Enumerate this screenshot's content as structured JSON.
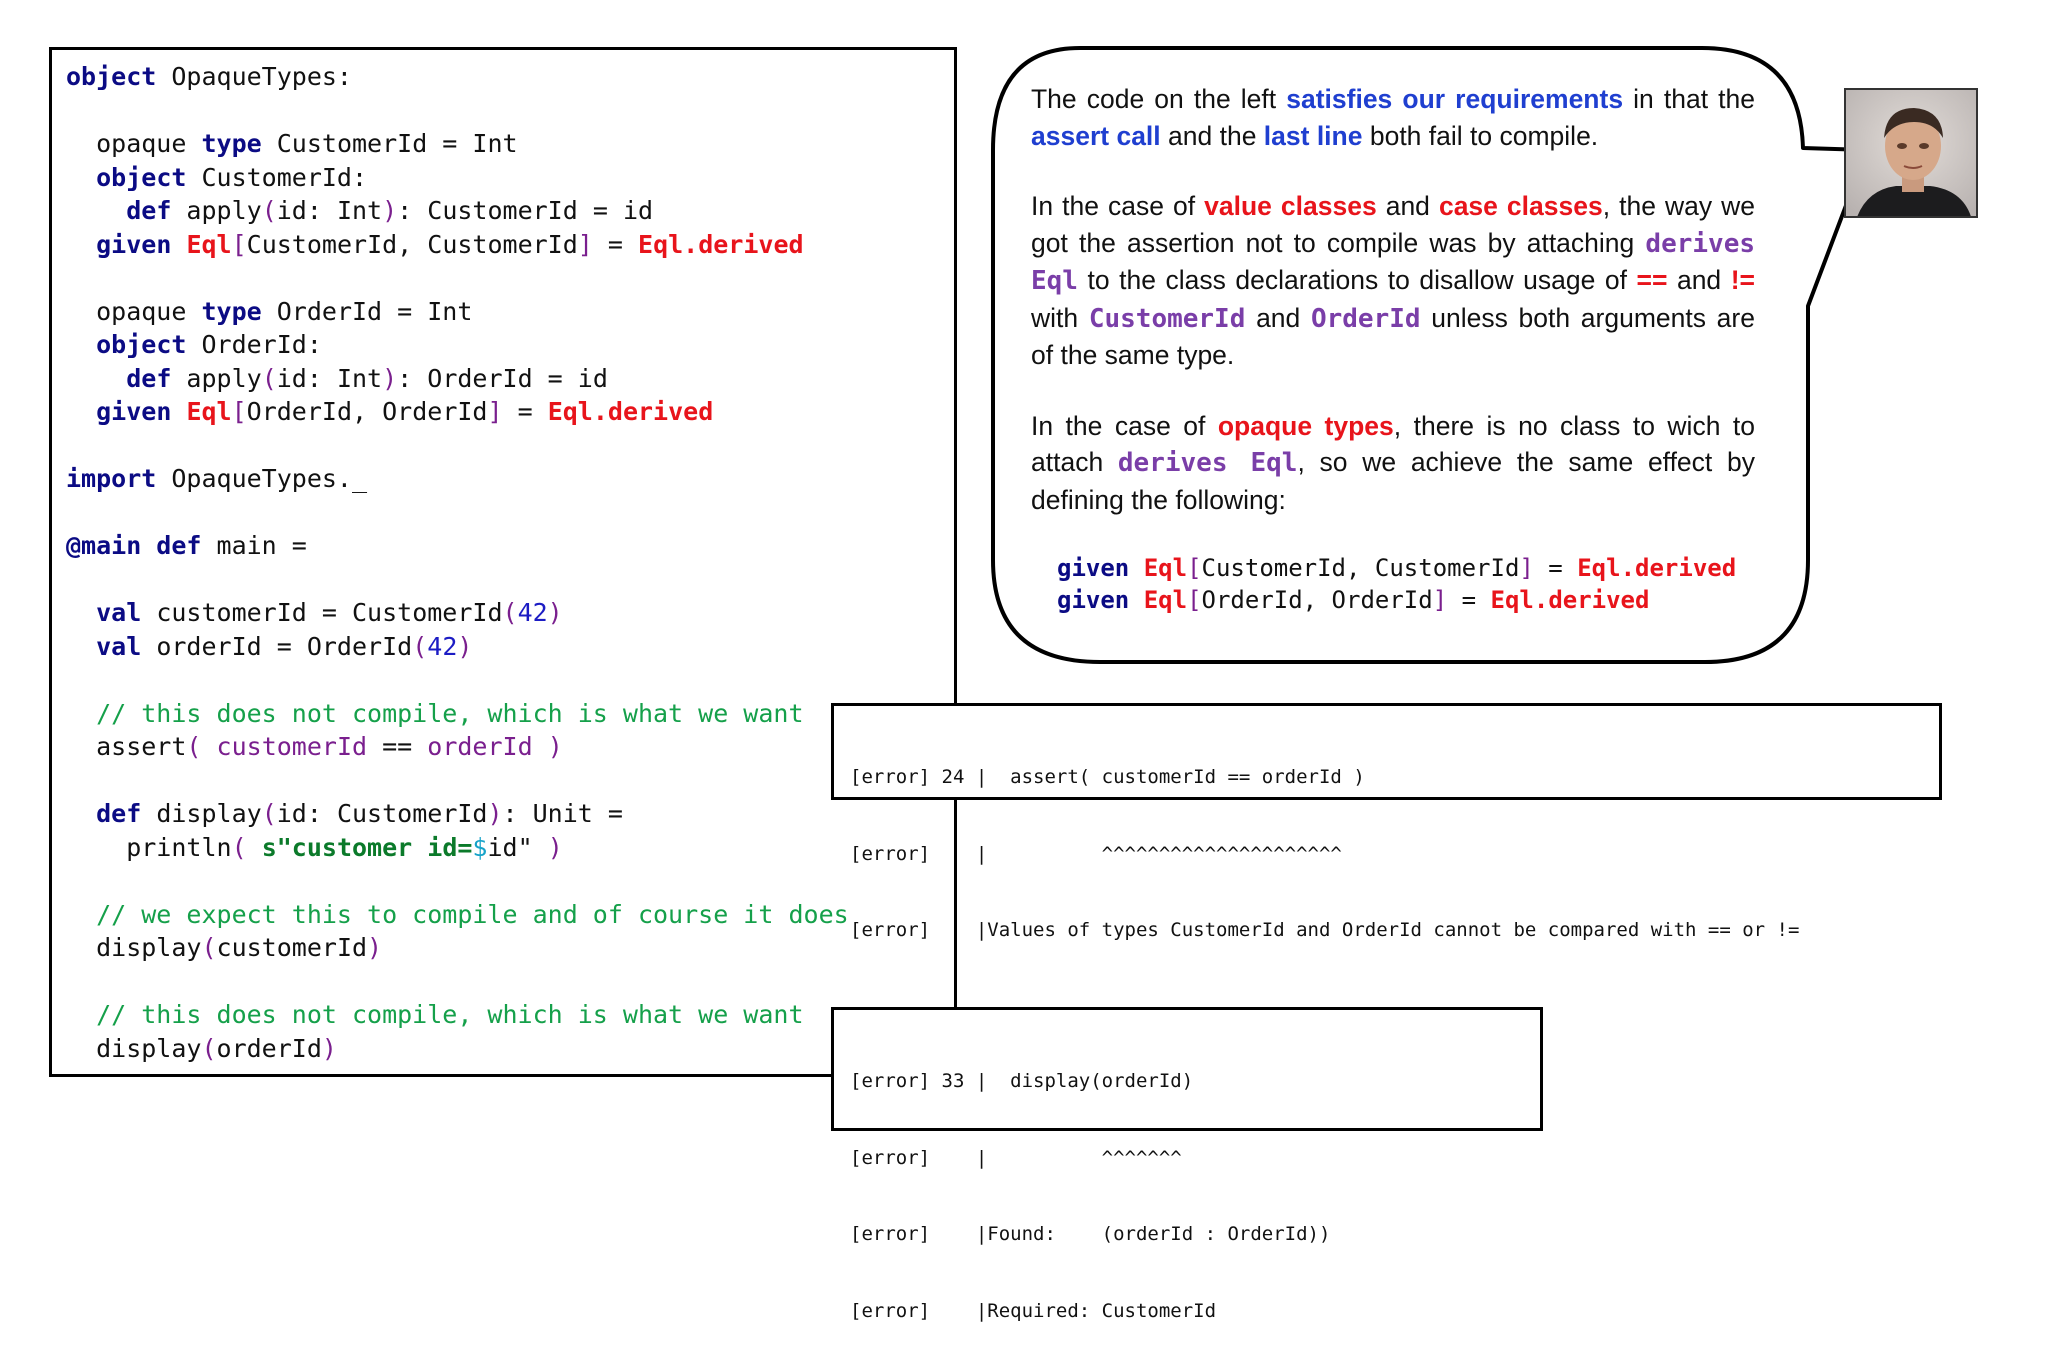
{
  "code": {
    "lines": [
      [
        {
          "t": "object",
          "c": "kw"
        },
        {
          "t": " OpaqueTypes:"
        }
      ],
      [],
      [
        {
          "t": "  opaque "
        },
        {
          "t": "type",
          "c": "kw"
        },
        {
          "t": " CustomerId = Int"
        }
      ],
      [
        {
          "t": "  "
        },
        {
          "t": "object",
          "c": "kw"
        },
        {
          "t": " CustomerId:"
        }
      ],
      [
        {
          "t": "    "
        },
        {
          "t": "def",
          "c": "kw"
        },
        {
          "t": " apply"
        },
        {
          "t": "(",
          "c": "par"
        },
        {
          "t": "id: Int"
        },
        {
          "t": ")",
          "c": "par"
        },
        {
          "t": ": CustomerId = id"
        }
      ],
      [
        {
          "t": "  "
        },
        {
          "t": "given",
          "c": "kw"
        },
        {
          "t": " "
        },
        {
          "t": "Eql",
          "c": "red"
        },
        {
          "t": "[",
          "c": "par"
        },
        {
          "t": "CustomerId, CustomerId"
        },
        {
          "t": "]",
          "c": "par"
        },
        {
          "t": " = "
        },
        {
          "t": "Eql.derived",
          "c": "red"
        }
      ],
      [],
      [
        {
          "t": "  opaque "
        },
        {
          "t": "type",
          "c": "kw"
        },
        {
          "t": " OrderId = Int"
        }
      ],
      [
        {
          "t": "  "
        },
        {
          "t": "object",
          "c": "kw"
        },
        {
          "t": " OrderId:"
        }
      ],
      [
        {
          "t": "    "
        },
        {
          "t": "def",
          "c": "kw"
        },
        {
          "t": " apply"
        },
        {
          "t": "(",
          "c": "par"
        },
        {
          "t": "id: Int"
        },
        {
          "t": ")",
          "c": "par"
        },
        {
          "t": ": OrderId = id"
        }
      ],
      [
        {
          "t": "  "
        },
        {
          "t": "given",
          "c": "kw"
        },
        {
          "t": " "
        },
        {
          "t": "Eql",
          "c": "red"
        },
        {
          "t": "[",
          "c": "par"
        },
        {
          "t": "OrderId, OrderId"
        },
        {
          "t": "]",
          "c": "par"
        },
        {
          "t": " = "
        },
        {
          "t": "Eql.derived",
          "c": "red"
        }
      ],
      [],
      [
        {
          "t": "import",
          "c": "kw"
        },
        {
          "t": " OpaqueTypes._"
        }
      ],
      [],
      [
        {
          "t": "@main def",
          "c": "kw"
        },
        {
          "t": " main ="
        }
      ],
      [],
      [
        {
          "t": "  "
        },
        {
          "t": "val",
          "c": "kw"
        },
        {
          "t": " customerId = CustomerId"
        },
        {
          "t": "(",
          "c": "par"
        },
        {
          "t": "42",
          "c": "num"
        },
        {
          "t": ")",
          "c": "par"
        }
      ],
      [
        {
          "t": "  "
        },
        {
          "t": "val",
          "c": "kw"
        },
        {
          "t": " orderId = OrderId"
        },
        {
          "t": "(",
          "c": "par"
        },
        {
          "t": "42",
          "c": "num"
        },
        {
          "t": ")",
          "c": "par"
        }
      ],
      [],
      [
        {
          "t": "  // this does not compile, which is what we want",
          "c": "cmt"
        }
      ],
      [
        {
          "t": "  assert"
        },
        {
          "t": "(",
          "c": "par"
        },
        {
          "t": " "
        },
        {
          "t": "customerId",
          "c": "id"
        },
        {
          "t": " == "
        },
        {
          "t": "orderId",
          "c": "id"
        },
        {
          "t": " "
        },
        {
          "t": ")",
          "c": "par"
        }
      ],
      [],
      [
        {
          "t": "  "
        },
        {
          "t": "def",
          "c": "kw"
        },
        {
          "t": " display"
        },
        {
          "t": "(",
          "c": "par"
        },
        {
          "t": "id: CustomerId"
        },
        {
          "t": ")",
          "c": "par"
        },
        {
          "t": ": Unit ="
        }
      ],
      [
        {
          "t": "    println"
        },
        {
          "t": "(",
          "c": "par"
        },
        {
          "t": " "
        },
        {
          "t": "s\"customer id=",
          "c": "str"
        },
        {
          "t": "$",
          "c": "dol"
        },
        {
          "t": "id\" "
        },
        {
          "t": ")",
          "c": "par"
        }
      ],
      [],
      [
        {
          "t": "  // we expect this to compile and of course it does",
          "c": "cmt"
        }
      ],
      [
        {
          "t": "  display"
        },
        {
          "t": "(",
          "c": "par"
        },
        {
          "t": "customerId"
        },
        {
          "t": ")",
          "c": "par"
        }
      ],
      [],
      [
        {
          "t": "  // this does not compile, which is what we want",
          "c": "cmt"
        }
      ],
      [
        {
          "t": "  display"
        },
        {
          "t": "(",
          "c": "par"
        },
        {
          "t": "orderId"
        },
        {
          "t": ")",
          "c": "par"
        }
      ]
    ]
  },
  "bubble": {
    "paragraphs": [
      [
        {
          "t": "The code on the left "
        },
        {
          "t": "satisfies our requirements",
          "c": "hl-blue"
        },
        {
          "t": " in that the "
        },
        {
          "t": "assert call",
          "c": "hl-blue"
        },
        {
          "t": " and the "
        },
        {
          "t": "last line",
          "c": "hl-blue"
        },
        {
          "t": " both fail  to compile."
        }
      ],
      [
        {
          "t": "In the case of "
        },
        {
          "t": "value classes",
          "c": "hl-red"
        },
        {
          "t": " and "
        },
        {
          "t": "case classes",
          "c": "hl-red"
        },
        {
          "t": ", the way we got the assertion not to compile was by attaching "
        },
        {
          "t": "derives Eql",
          "c": "mono"
        },
        {
          "t": " to the class declarations to disallow usage of "
        },
        {
          "t": "==",
          "c": "hl-red"
        },
        {
          "t": " and "
        },
        {
          "t": "!=",
          "c": "hl-red"
        },
        {
          "t": " with "
        },
        {
          "t": "CustomerId",
          "c": "mono"
        },
        {
          "t": " and "
        },
        {
          "t": "OrderId",
          "c": "mono"
        },
        {
          "t": " unless both arguments are of the same type."
        }
      ],
      [
        {
          "t": "In the case of "
        },
        {
          "t": "opaque types",
          "c": "hl-red"
        },
        {
          "t": ", there is no class to wich to attach "
        },
        {
          "t": "derives Eql",
          "c": "mono"
        },
        {
          "t": ", so we achieve the same effect by defining the following:"
        }
      ]
    ],
    "code": [
      [
        {
          "t": "given",
          "c": "kw"
        },
        {
          "t": " "
        },
        {
          "t": "Eql",
          "c": "red"
        },
        {
          "t": "[",
          "c": "par"
        },
        {
          "t": "CustomerId, CustomerId"
        },
        {
          "t": "]",
          "c": "par"
        },
        {
          "t": " = "
        },
        {
          "t": "Eql.derived",
          "c": "red"
        }
      ],
      [
        {
          "t": "given",
          "c": "kw"
        },
        {
          "t": " "
        },
        {
          "t": "Eql",
          "c": "red"
        },
        {
          "t": "[",
          "c": "par"
        },
        {
          "t": "OrderId, OrderId"
        },
        {
          "t": "]",
          "c": "par"
        },
        {
          "t": " = "
        },
        {
          "t": "Eql.derived",
          "c": "red"
        }
      ]
    ]
  },
  "avatar": {
    "icon": "person-photo-icon"
  },
  "errors": {
    "assert": [
      "[error] 24 |  assert( customerId == orderId )",
      "[error]    |          ^^^^^^^^^^^^^^^^^^^^^",
      "[error]    |Values of types CustomerId and OrderId cannot be compared with == or !="
    ],
    "display": [
      "[error] 33 |  display(orderId)",
      "[error]    |          ^^^^^^^",
      "[error]    |Found:    (orderId : OrderId))",
      "[error]    |Required: CustomerId"
    ]
  }
}
